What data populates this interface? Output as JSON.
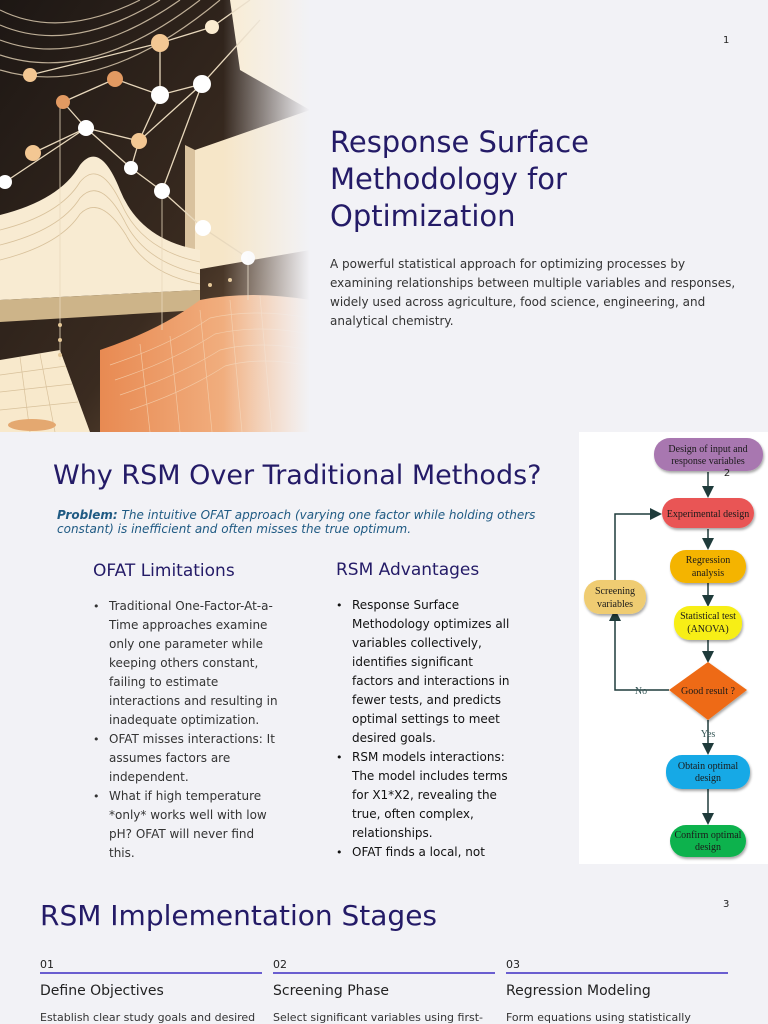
{
  "slide1": {
    "page": "1",
    "title": "Response Surface Methodology for Optimization",
    "description": "A powerful statistical approach for optimizing processes by examining relationships between multiple variables and responses, widely used across agriculture, food science, engineering, and analytical chemistry."
  },
  "slide2": {
    "page": "2",
    "title": "Why RSM Over Traditional Methods?",
    "problem_label": "Problem:",
    "problem_text": " The intuitive OFAT approach (varying one factor while holding others constant) is inefficient and often misses the true optimum.",
    "ofat": {
      "heading": "OFAT Limitations",
      "items": [
        "Traditional One-Factor-At-a-Time approaches examine only one parameter while keeping others constant, failing to estimate interactions and resulting in inadequate optimization.",
        "OFAT misses interactions: It assumes factors are independent.",
        "What if high temperature *only* works well with low pH? OFAT will never find this."
      ]
    },
    "rsm": {
      "heading": "RSM Advantages",
      "items": [
        "Response Surface Methodology optimizes all variables collectively, identifies significant factors and interactions in fewer tests, and predicts optimal settings to meet desired goals.",
        "RSM models interactions: The model includes terms for X1*X2, revealing the true, often complex, relationships.",
        "OFAT finds a local, not global..."
      ]
    },
    "flowchart": {
      "nodes": [
        "Design of input and response variables",
        "Experimental design",
        "Regression analysis",
        "Statistical test (ANOVA)",
        "Good result ?",
        "Obtain optimal design",
        "Confirm optimal design",
        "Screening variables"
      ],
      "no_label": "No",
      "yes_label": "Yes",
      "colors": {
        "design_input": "#a877b0",
        "experimental": "#e95454",
        "regression": "#f4b400",
        "statistical": "#f7ee12",
        "good_result": "#ee6a12",
        "obtain": "#19a9e6",
        "confirm": "#0bb24d",
        "screening": "#efcc72"
      }
    }
  },
  "slide3": {
    "page": "3",
    "title": "RSM Implementation Stages",
    "stages": [
      {
        "num": "01",
        "title": "Define Objectives",
        "text": "Establish clear study goals and desired"
      },
      {
        "num": "02",
        "title": "Screening Phase",
        "text": "Select significant variables using first-"
      },
      {
        "num": "03",
        "title": "Regression Modeling",
        "text": "Form equations using statistically"
      }
    ]
  }
}
